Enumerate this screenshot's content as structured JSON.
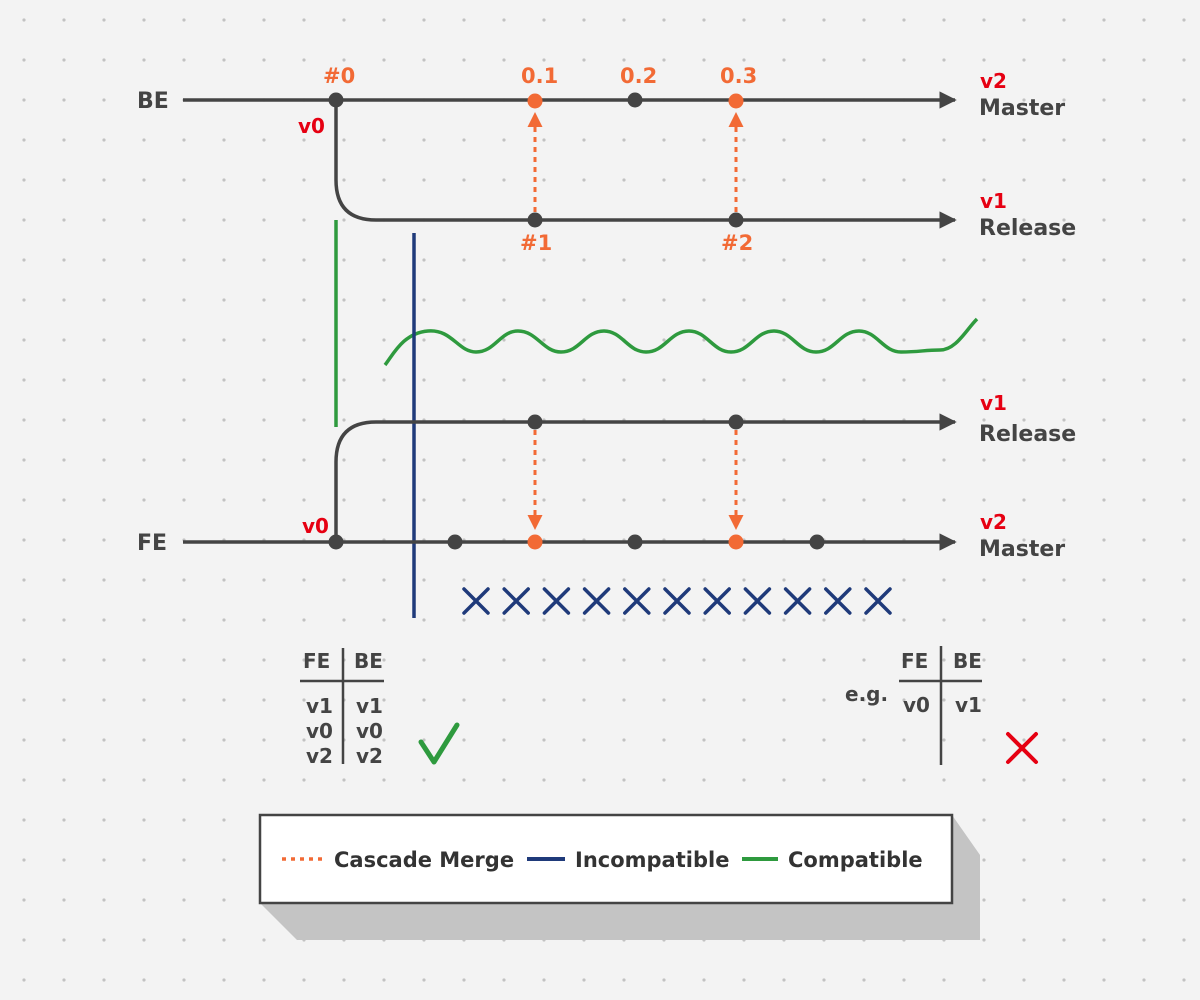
{
  "colors": {
    "branch": "#444444",
    "merge": "#f26a35",
    "incompatible": "#1f3a7a",
    "compatible": "#2e9a3e",
    "version": "#e60012",
    "background": "#f3f3f3"
  },
  "be": {
    "label": "BE",
    "master": {
      "version": "v2",
      "name": "Master"
    },
    "release": {
      "version": "v1",
      "name": "Release"
    },
    "fork_version": "v0",
    "commit_labels": [
      "#0",
      "0.1",
      "0.2",
      "0.3"
    ],
    "release_commit_labels": [
      "#1",
      "#2"
    ]
  },
  "fe": {
    "label": "FE",
    "master": {
      "version": "v2",
      "name": "Master"
    },
    "release": {
      "version": "v1",
      "name": "Release"
    },
    "fork_version": "v0"
  },
  "compat_table": {
    "headers": [
      "FE",
      "BE"
    ],
    "fe": [
      "v1",
      "v0",
      "v2"
    ],
    "be": [
      "v1",
      "v0",
      "v2"
    ],
    "result_icon": "check-icon"
  },
  "example_table": {
    "prefix": "e.g.",
    "headers": [
      "FE",
      "BE"
    ],
    "fe": [
      "v0"
    ],
    "be": [
      "v1"
    ],
    "result_icon": "cross-icon"
  },
  "legend": [
    {
      "label": "Cascade Merge",
      "icon": "dotted-line-icon"
    },
    {
      "label": "Incompatible",
      "icon": "line-icon"
    },
    {
      "label": "Compatible",
      "icon": "line-icon"
    }
  ]
}
